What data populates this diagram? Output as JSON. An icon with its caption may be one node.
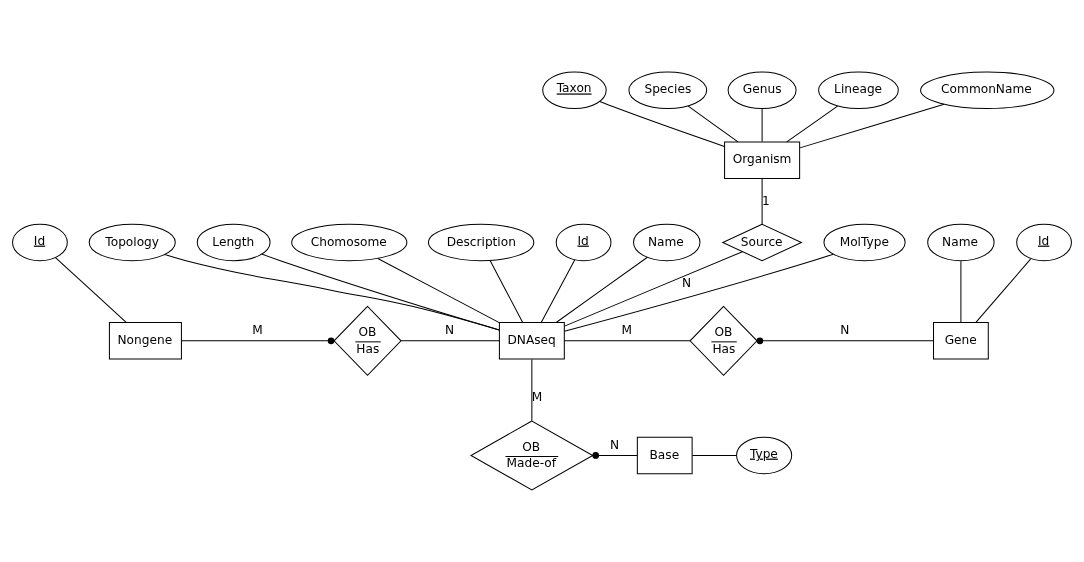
{
  "diagram": {
    "nodes": [
      {
        "text": [
          "Organism"
        ]
      },
      {
        "text": [
          "Taxon"
        ]
      },
      {
        "text": [
          "Species"
        ]
      },
      {
        "text": [
          "Genus"
        ]
      },
      {
        "text": [
          "Lineage"
        ]
      },
      {
        "text": [
          "CommonName"
        ]
      },
      {
        "text": [
          "Source"
        ]
      },
      {
        "text": [
          "DNAseq"
        ]
      },
      {
        "text": [
          "Id"
        ]
      },
      {
        "text": [
          "Name"
        ]
      },
      {
        "text": [
          "MolType"
        ]
      },
      {
        "text": [
          "Topology"
        ]
      },
      {
        "text": [
          "Length"
        ]
      },
      {
        "text": [
          "Chomosome"
        ]
      },
      {
        "text": [
          "Description"
        ]
      },
      {
        "text": [
          "Nongene"
        ]
      },
      {
        "text": [
          "Id"
        ]
      },
      {
        "text": [
          "OB",
          "Has"
        ]
      },
      {
        "text": [
          "OB",
          "Has"
        ]
      },
      {
        "text": [
          "Gene"
        ]
      },
      {
        "text": [
          "Id"
        ]
      },
      {
        "text": [
          "Name"
        ]
      },
      {
        "text": [
          "OB",
          "Made-of"
        ]
      },
      {
        "text": [
          "Base"
        ]
      },
      {
        "text": [
          "Type"
        ]
      }
    ],
    "edges": [
      {
        "from": 1,
        "to": 0,
        "arrow": "none"
      },
      {
        "from": 2,
        "to": 0,
        "arrow": "none"
      },
      {
        "from": 3,
        "to": 0,
        "arrow": "none"
      },
      {
        "from": 4,
        "to": 0,
        "arrow": "none"
      },
      {
        "from": 5,
        "to": 0,
        "arrow": "none"
      },
      {
        "from": 0,
        "to": 6,
        "arrow": "none",
        "label": "1"
      },
      {
        "from": 6,
        "to": 7,
        "arrow": "none",
        "label": "N"
      },
      {
        "from": 8,
        "to": 7,
        "arrow": "none"
      },
      {
        "from": 9,
        "to": 7,
        "arrow": "none"
      },
      {
        "from": 10,
        "to": 7,
        "arrow": "none"
      },
      {
        "from": 11,
        "to": 7,
        "arrow": "none"
      },
      {
        "from": 12,
        "to": 7,
        "arrow": "none"
      },
      {
        "from": 13,
        "to": 7,
        "arrow": "none"
      },
      {
        "from": 14,
        "to": 7,
        "arrow": "none"
      },
      {
        "from": 16,
        "to": 15,
        "arrow": "none"
      },
      {
        "from": 15,
        "to": 17,
        "arrow": "other",
        "label": "M"
      },
      {
        "from": 17,
        "to": 7,
        "arrow": "none",
        "label": "N"
      },
      {
        "from": 7,
        "to": 18,
        "arrow": "none",
        "label": "M"
      },
      {
        "from": 19,
        "to": 18,
        "arrow": "other",
        "label": "N"
      },
      {
        "from": 20,
        "to": 19,
        "arrow": "none"
      },
      {
        "from": 21,
        "to": 19,
        "arrow": "none"
      },
      {
        "from": 7,
        "to": 22,
        "arrow": "none",
        "label": "M"
      },
      {
        "from": 23,
        "to": 22,
        "arrow": "other",
        "label": "N"
      },
      {
        "from": 24,
        "to": 23,
        "arrow": "none"
      }
    ]
  }
}
